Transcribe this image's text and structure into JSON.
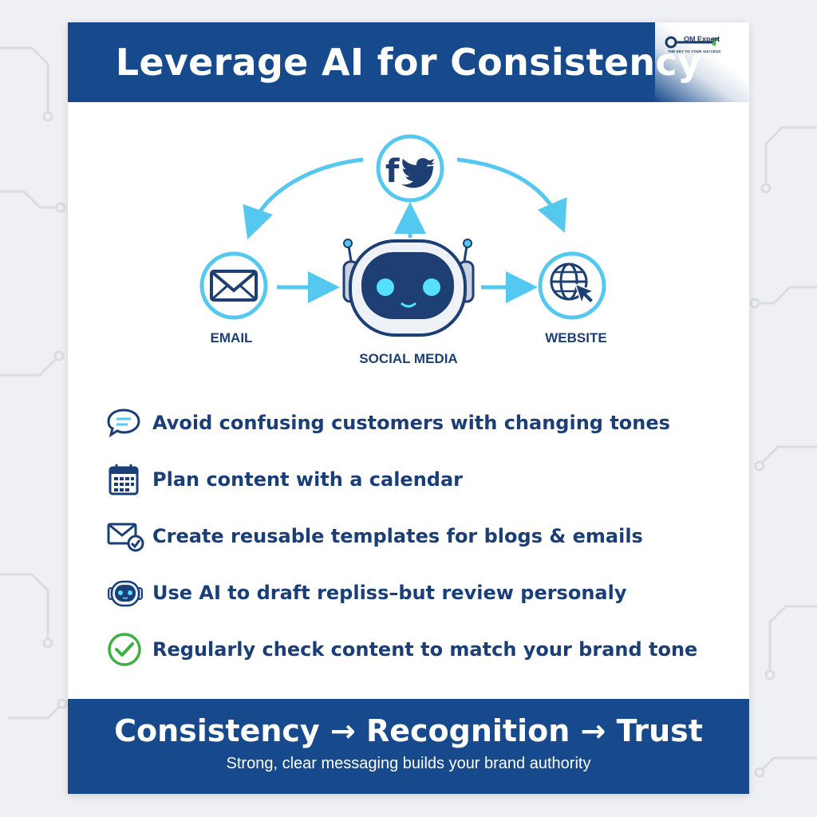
{
  "header": {
    "title": "Leverage AI for Consistency"
  },
  "logo": {
    "brand": "OM Expert",
    "tagline": "THE KEY TO YOUR SUCCESS"
  },
  "diagram": {
    "labels": {
      "email": "EMAIL",
      "center": "SOCIAL MEDIA",
      "website": "WEBSITE"
    },
    "icons": {
      "top": "facebook-twitter-icon",
      "left": "envelope-icon",
      "center": "robot-icon",
      "right": "globe-cursor-icon"
    },
    "colors": {
      "accent": "#55c8f0",
      "navy": "#1d3f73"
    }
  },
  "tips": [
    {
      "icon": "chat-bubble-icon",
      "text": "Avoid confusing customers with changing tones"
    },
    {
      "icon": "calendar-icon",
      "text": "Plan content with a calendar"
    },
    {
      "icon": "envelope-check-icon",
      "text": "Create reusable templates for blogs & emails"
    },
    {
      "icon": "robot-icon",
      "text": "Use AI to draft repliss–but review personaly"
    },
    {
      "icon": "check-circle-icon",
      "text": "Regularly check content to match your brand tone"
    }
  ],
  "footer": {
    "headline": "Consistency → Recognition → Trust",
    "subline": "Strong, clear messaging builds your brand authority"
  },
  "colors": {
    "brand_blue": "#164a8c",
    "text_navy": "#1a3f78",
    "check_green": "#3cb043"
  }
}
